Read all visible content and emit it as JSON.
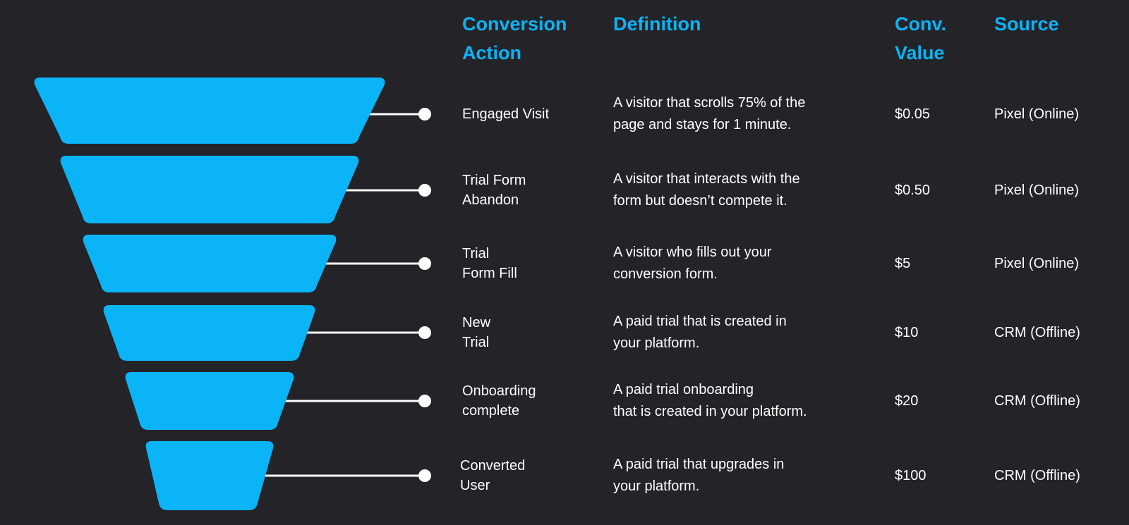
{
  "colors": {
    "background": "#232328",
    "accent": "#0ab4f6",
    "text": "#ffffff",
    "connector": "#ffffff"
  },
  "header": {
    "action": "Conversion\nAction",
    "definition": "Definition",
    "value": "Conv.\nValue",
    "source": "Source"
  },
  "rows": [
    {
      "action": "Engaged Visit",
      "definition": "A visitor that scrolls 75% of the\npage and stays for 1 minute.",
      "value": "$0.05",
      "source": "Pixel (Online)"
    },
    {
      "action": "Trial Form\nAbandon",
      "definition": "A visitor that interacts with the\nform but doesn’t compete it.",
      "value": "$0.50",
      "source": "Pixel (Online)"
    },
    {
      "action": "Trial\nForm Fill",
      "definition": "A visitor who fills out your\nconversion form.",
      "value": "$5",
      "source": "Pixel (Online)"
    },
    {
      "action": "New\nTrial",
      "definition": "A paid trial that is created in\nyour platform.",
      "value": "$10",
      "source": "CRM (Offline)"
    },
    {
      "action": "Onboarding\ncomplete",
      "definition": "A paid trial onboarding\nthat is created in your platform.",
      "value": "$20",
      "source": "CRM (Offline)"
    },
    {
      "action": "Converted\nUser",
      "definition": "A paid trial that upgrades in\nyour platform.",
      "value": "$100",
      "source": "CRM (Offline)"
    }
  ]
}
